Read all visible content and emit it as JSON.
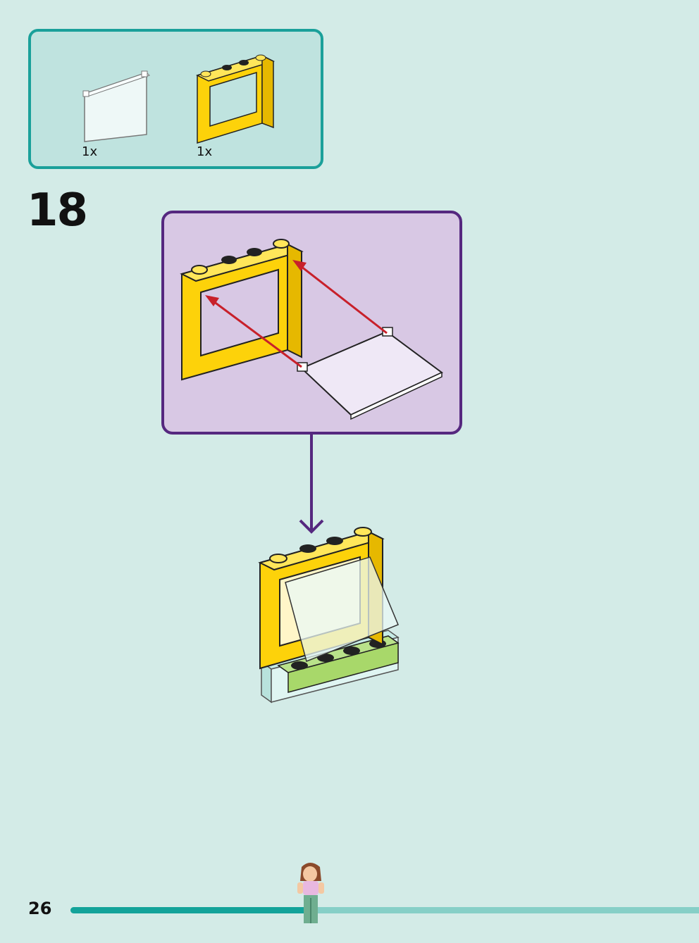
{
  "parts_list": {
    "items": [
      {
        "name": "transparent-window-glass",
        "quantity": "1x"
      },
      {
        "name": "yellow-window-frame",
        "quantity": "1x"
      }
    ]
  },
  "step": {
    "number": "18"
  },
  "page": {
    "number": "26"
  },
  "progress": {
    "fraction": 0.38
  },
  "colors": {
    "background": "#d3ebe7",
    "parts_box_border": "#1aa09a",
    "callout_border": "#55287f",
    "callout_fill": "#d8c8e4",
    "brick_yellow": "#fdd20a",
    "brick_green": "#a8d86a",
    "arrow_red": "#c8202a",
    "progress_fill": "#13a39a"
  }
}
